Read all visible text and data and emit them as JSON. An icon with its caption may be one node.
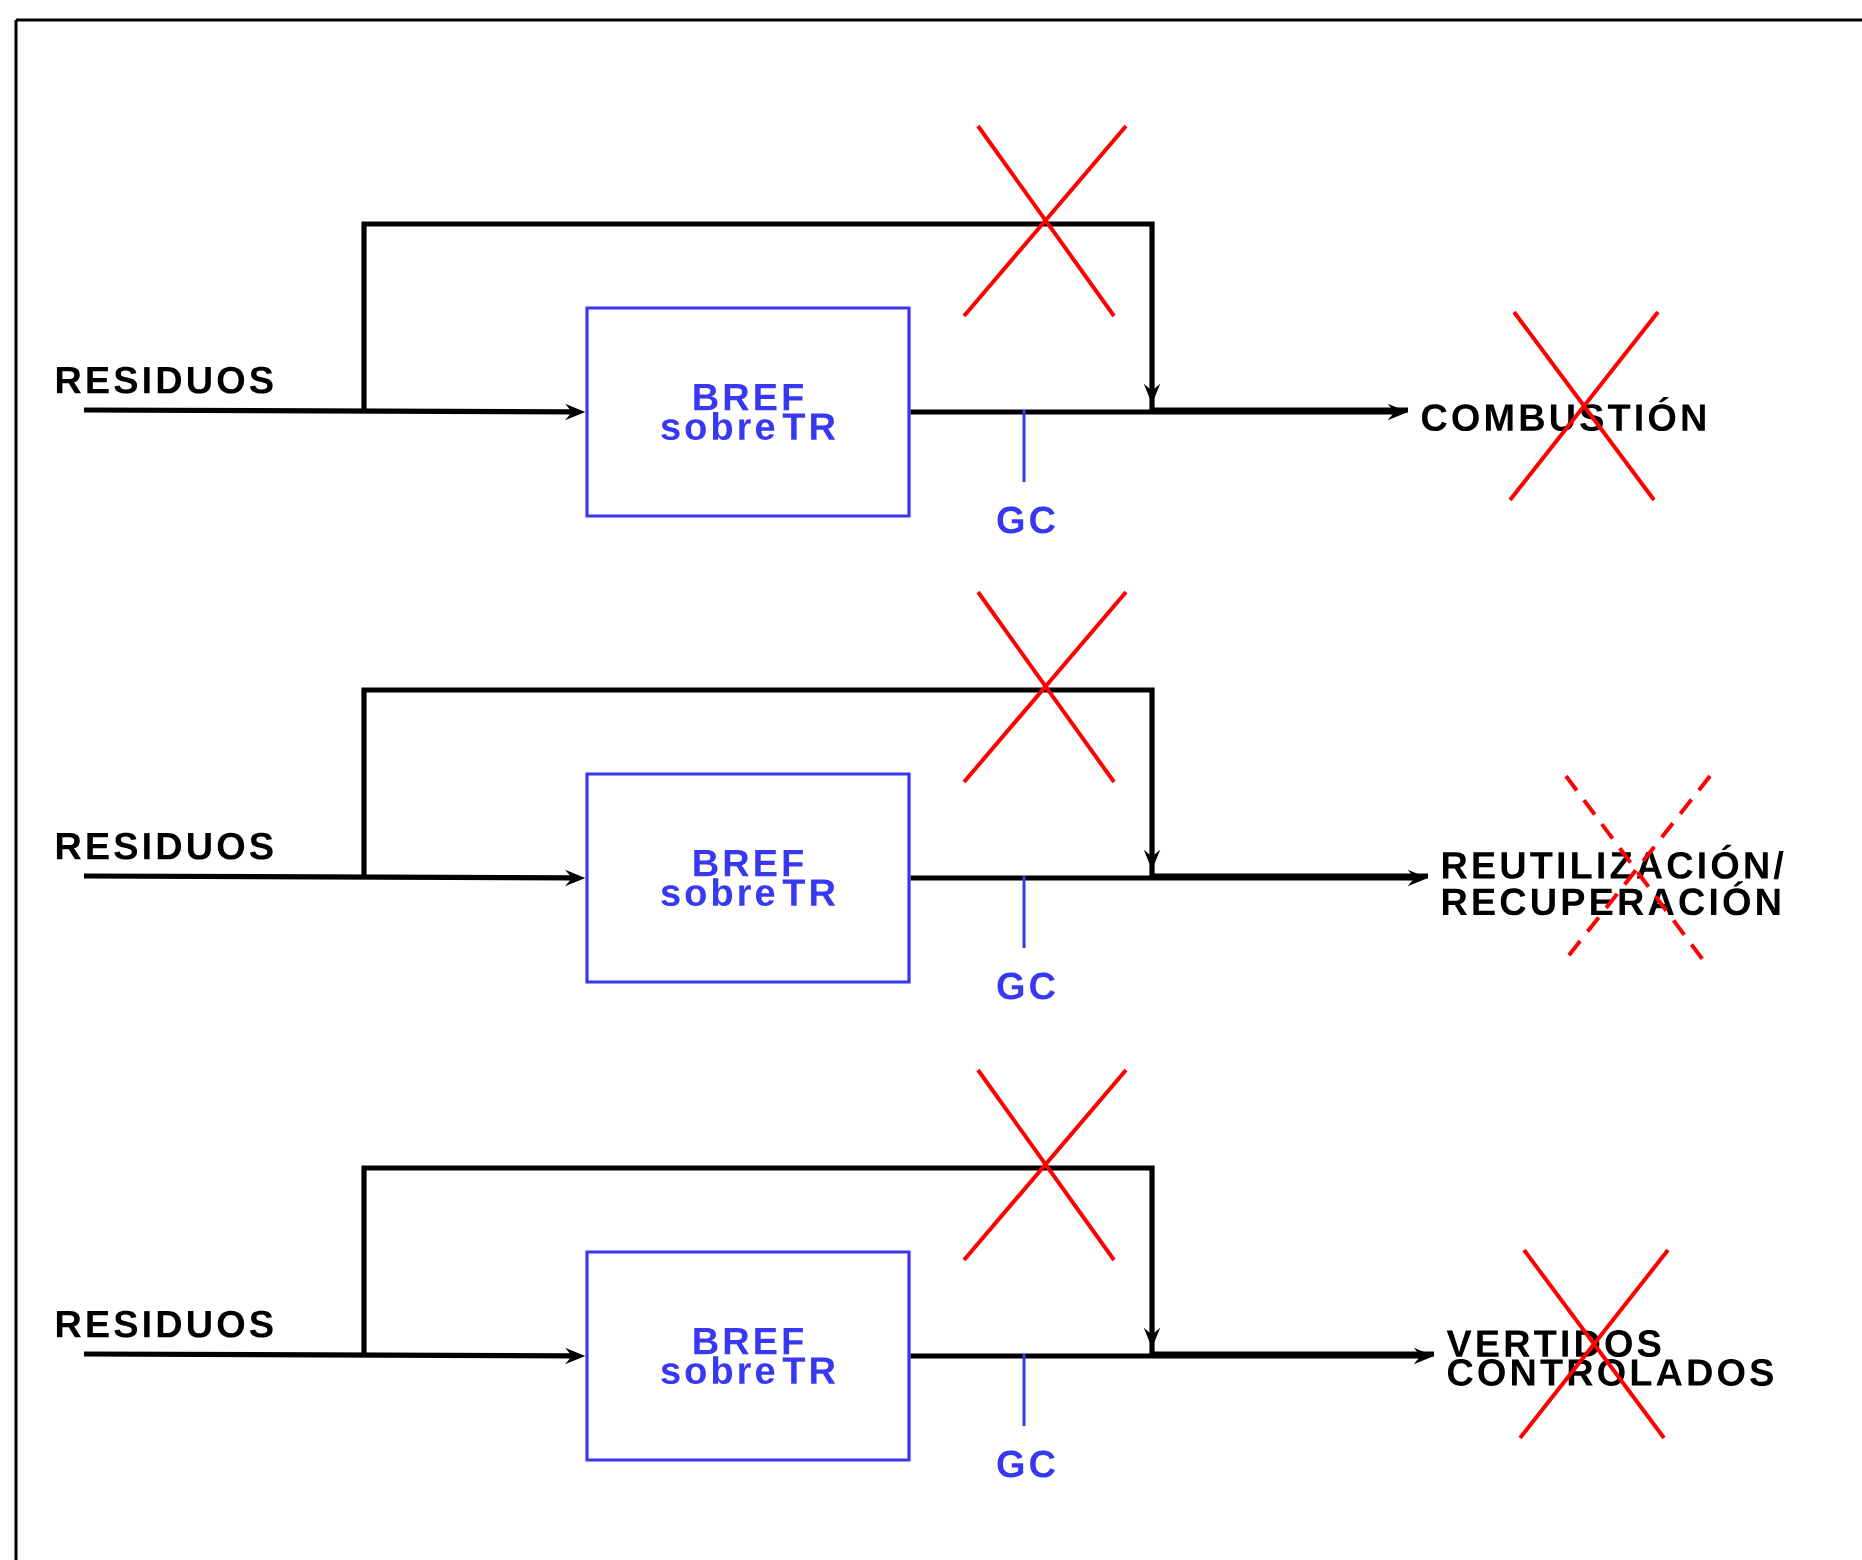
{
  "diagram": {
    "nodes": [
      {
        "text": [
          "RESIDUOS"
        ]
      },
      {
        "text": [
          "BREF sobre TR"
        ]
      },
      {
        "text": [
          "COMBUSTIÓN"
        ]
      },
      {
        "text": [
          "RESIDUOS"
        ]
      },
      {
        "text": [
          "BREF sobre TR"
        ]
      },
      {
        "text": [
          "REUTILIZACIÓN/ RECUPERACIÓN"
        ]
      },
      {
        "text": [
          "RESIDUOS"
        ]
      },
      {
        "text": [
          "BREF sobre TR"
        ]
      },
      {
        "text": [
          "VERTIDOS CONTROLADOS"
        ]
      }
    ],
    "edges": [
      {
        "from": 0,
        "to": 1,
        "arrow": "to"
      },
      {
        "from": 1,
        "to": 2,
        "arrow": "to"
      },
      {
        "from": 0,
        "to": 2,
        "arrow": "to"
      },
      {
        "from": 3,
        "to": 4,
        "arrow": "to"
      },
      {
        "from": 4,
        "to": 5,
        "arrow": "to"
      },
      {
        "from": 3,
        "to": 5,
        "arrow": "to"
      },
      {
        "from": 6,
        "to": 7,
        "arrow": "to"
      },
      {
        "from": 7,
        "to": 8,
        "arrow": "to"
      },
      {
        "from": 6,
        "to": 8,
        "arrow": "to"
      }
    ],
    "labels": [
      "GC",
      "GC",
      "GC"
    ]
  }
}
